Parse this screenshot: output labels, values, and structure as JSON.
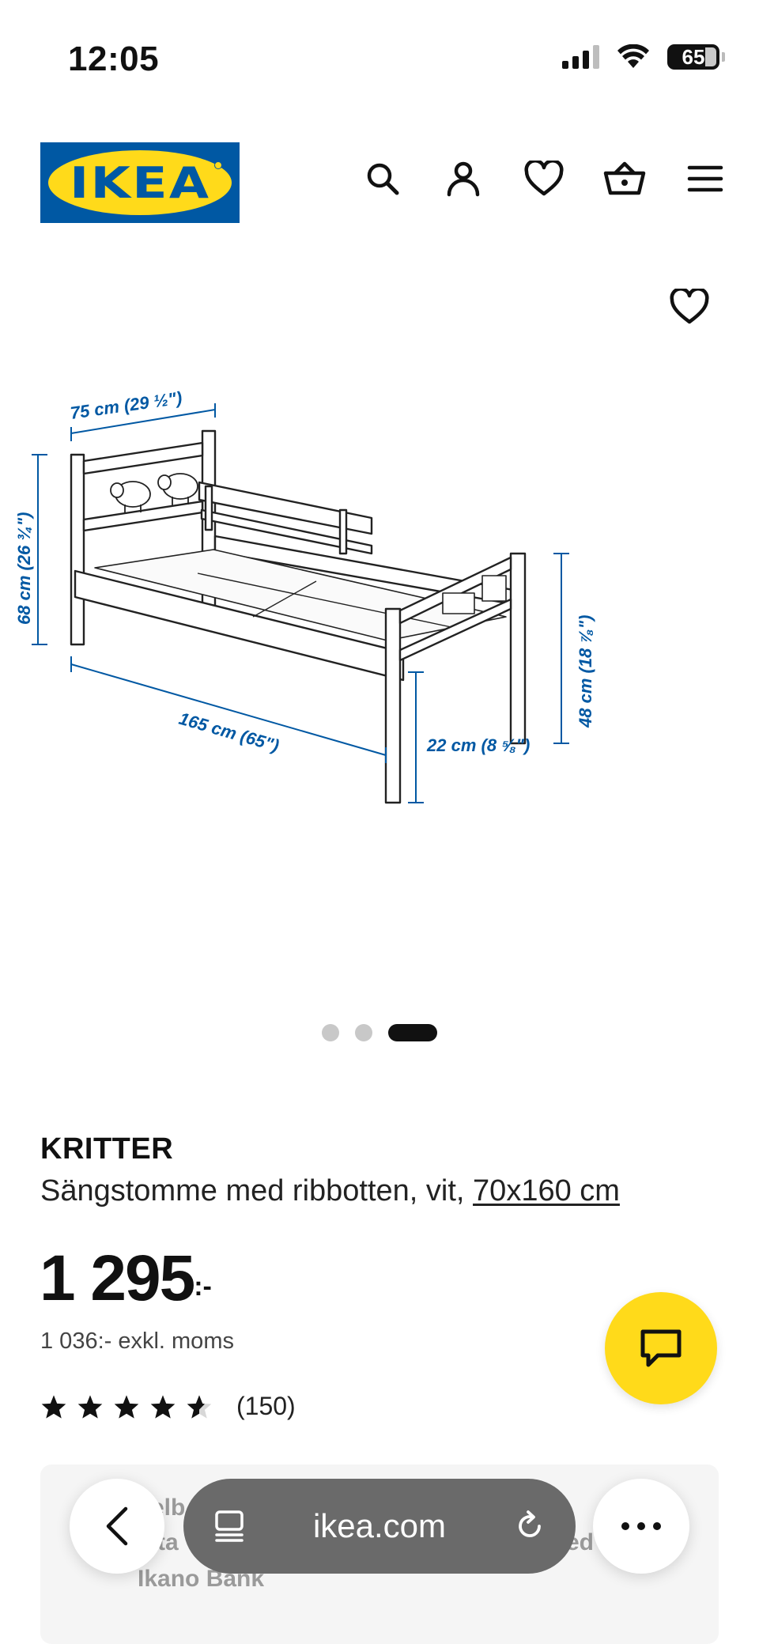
{
  "status_bar": {
    "time": "12:05",
    "battery": "65"
  },
  "header": {
    "logo_text": "IKEA",
    "icons": [
      "search-icon",
      "user-icon",
      "heart-icon",
      "basket-icon",
      "menu-icon"
    ]
  },
  "gallery": {
    "dimensions": {
      "headboard_width": "75 cm (29 ½\")",
      "headboard_height": "68 cm (26 ¾\")",
      "length": "165 cm (65\")",
      "footboard_height": "48 cm (18 ⅞\")",
      "clearance": "22 cm (8 ⅝\")"
    },
    "slide_count": 3,
    "active_slide": 3
  },
  "product": {
    "name": "KRITTER",
    "description": "Sängstomme med ribbotten, vit,",
    "size_link": "70x160 cm",
    "price": "1 295",
    "price_suffix": ":-",
    "price_exvat": "1 036:- exkl. moms",
    "rating": 4.5,
    "review_count": "(150)"
  },
  "promo": {
    "line1": "elb",
    "line2": "ta",
    "line2_right": "ed",
    "line3": "Ikano Bank"
  },
  "browser": {
    "url": "ikea.com"
  },
  "colors": {
    "ikea_blue": "#0058a3",
    "ikea_yellow": "#ffda1a",
    "dimension_blue": "#0058a3"
  }
}
